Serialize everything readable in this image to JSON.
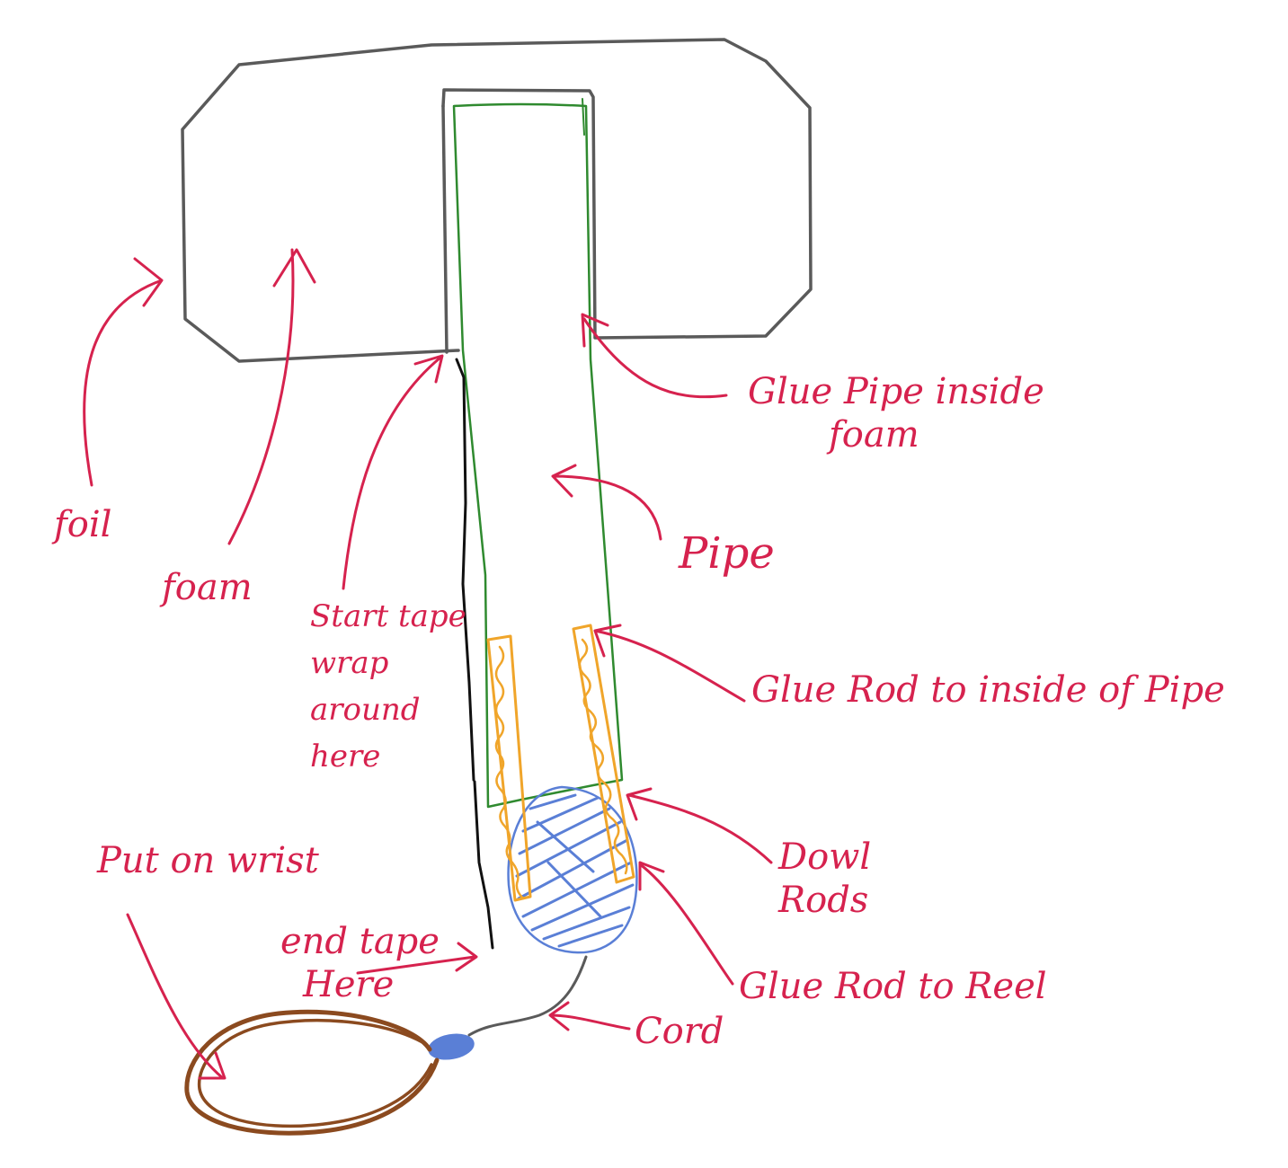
{
  "colors": {
    "annotation": "#d6224e",
    "foam_outline": "#5a5a5a",
    "pipe": "#2f8a2f",
    "rods": "#f0a52a",
    "reel": "#5a7fd6",
    "tape": "#111111",
    "cord": "#5a5a5a",
    "wrist_loop": "#8b4a1f"
  },
  "labels": {
    "foil": "foil",
    "foam": "foam",
    "start_tape": [
      "Start tape",
      "wrap",
      "around",
      "here"
    ],
    "glue_pipe": [
      "Glue Pipe inside",
      "foam"
    ],
    "pipe": "Pipe",
    "glue_rod_pipe": "Glue Rod to inside of Pipe",
    "dowl_rods": [
      "Dowl",
      "Rods"
    ],
    "glue_rod_reel": "Glue Rod to Reel",
    "put_on_wrist": "Put on wrist",
    "end_tape": [
      "end tape",
      "Here"
    ],
    "cord": "Cord"
  }
}
